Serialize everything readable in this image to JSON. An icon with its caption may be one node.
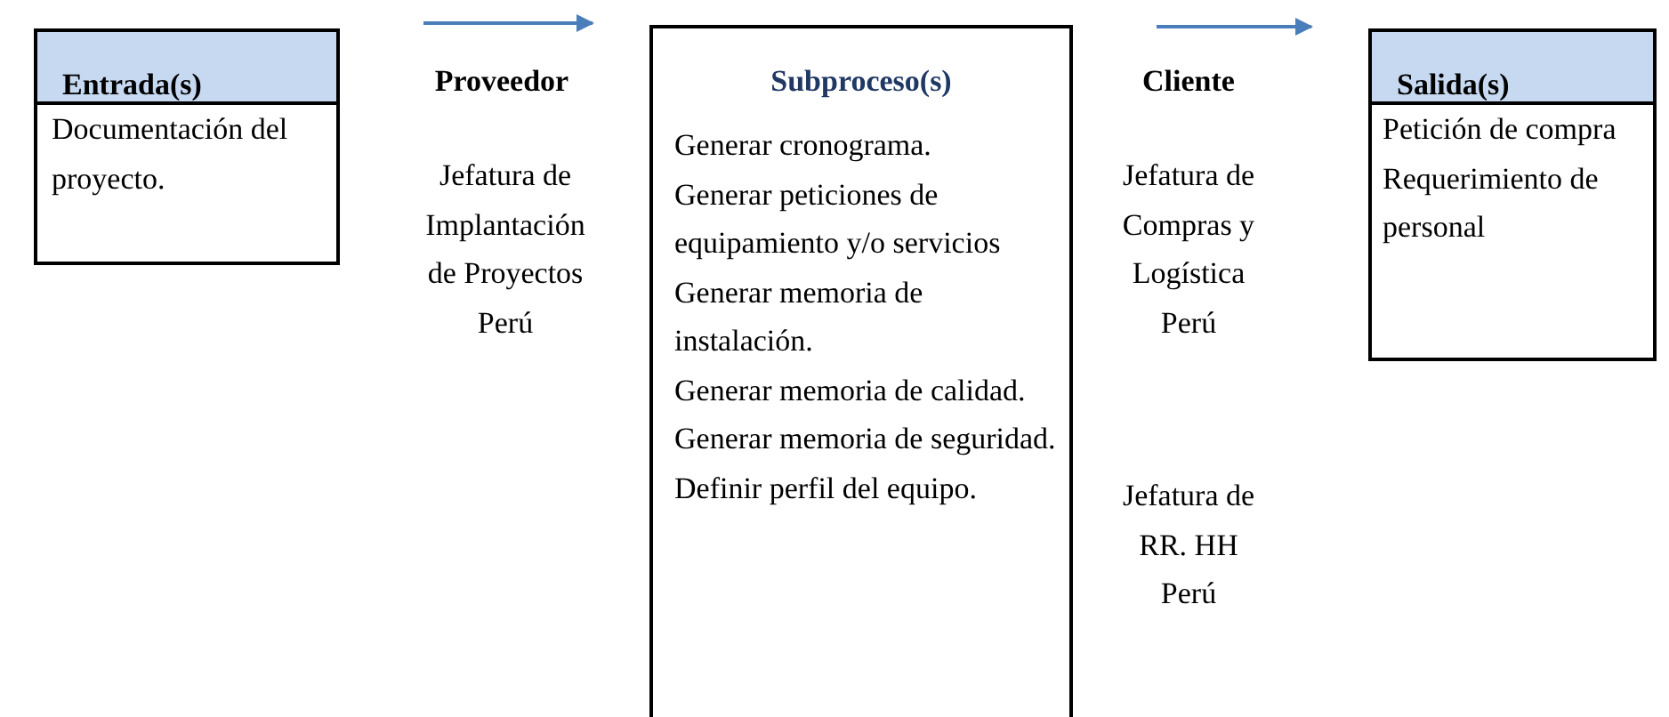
{
  "diagram": {
    "nodes": [
      {
        "text": [
          "Entrada(s)",
          "Documentación del proyecto."
        ]
      },
      {
        "text": [
          "Subproceso(s)",
          "Generar cronograma.",
          "Generar peticiones de equipamiento y/o servicios",
          "Generar memoria de instalación.",
          "Generar memoria de calidad.",
          "Generar memoria de seguridad.",
          "Definir perfil del equipo."
        ]
      },
      {
        "text": [
          "Salida(s)",
          "Petición de compra",
          "Requerimiento de personal"
        ]
      }
    ],
    "edges": [
      {
        "from": 0,
        "to": 1,
        "arrow": "to"
      },
      {
        "from": 1,
        "to": 2,
        "arrow": "to"
      }
    ],
    "labels": [
      "Proveedor",
      "Jefatura de Implantación de Proyectos Perú",
      "Cliente",
      "Jefatura de Compras y Logística Perú",
      "Jefatura de RR. HH Perú"
    ]
  }
}
